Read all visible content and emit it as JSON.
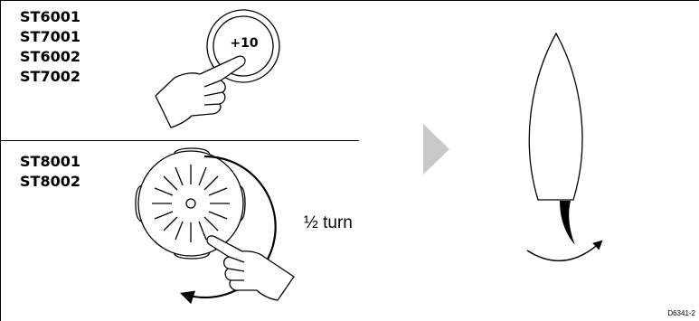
{
  "models_top": [
    "ST6001",
    "ST7001",
    "ST6002",
    "ST7002"
  ],
  "button_label": "+10",
  "models_bottom": [
    "ST8001",
    "ST8002"
  ],
  "turn_label": "½ turn",
  "figure_ref": "D6341-2",
  "icons": [
    "plus-ten-button-icon",
    "pointing-hand-icon",
    "rotary-dial-icon",
    "rotation-arrow-icon",
    "next-step-arrow-icon",
    "boat-hull-icon",
    "rudder-turn-arrow-icon"
  ],
  "colors": {
    "line": "#000000",
    "arrow_fill": "#c8c8c8"
  }
}
